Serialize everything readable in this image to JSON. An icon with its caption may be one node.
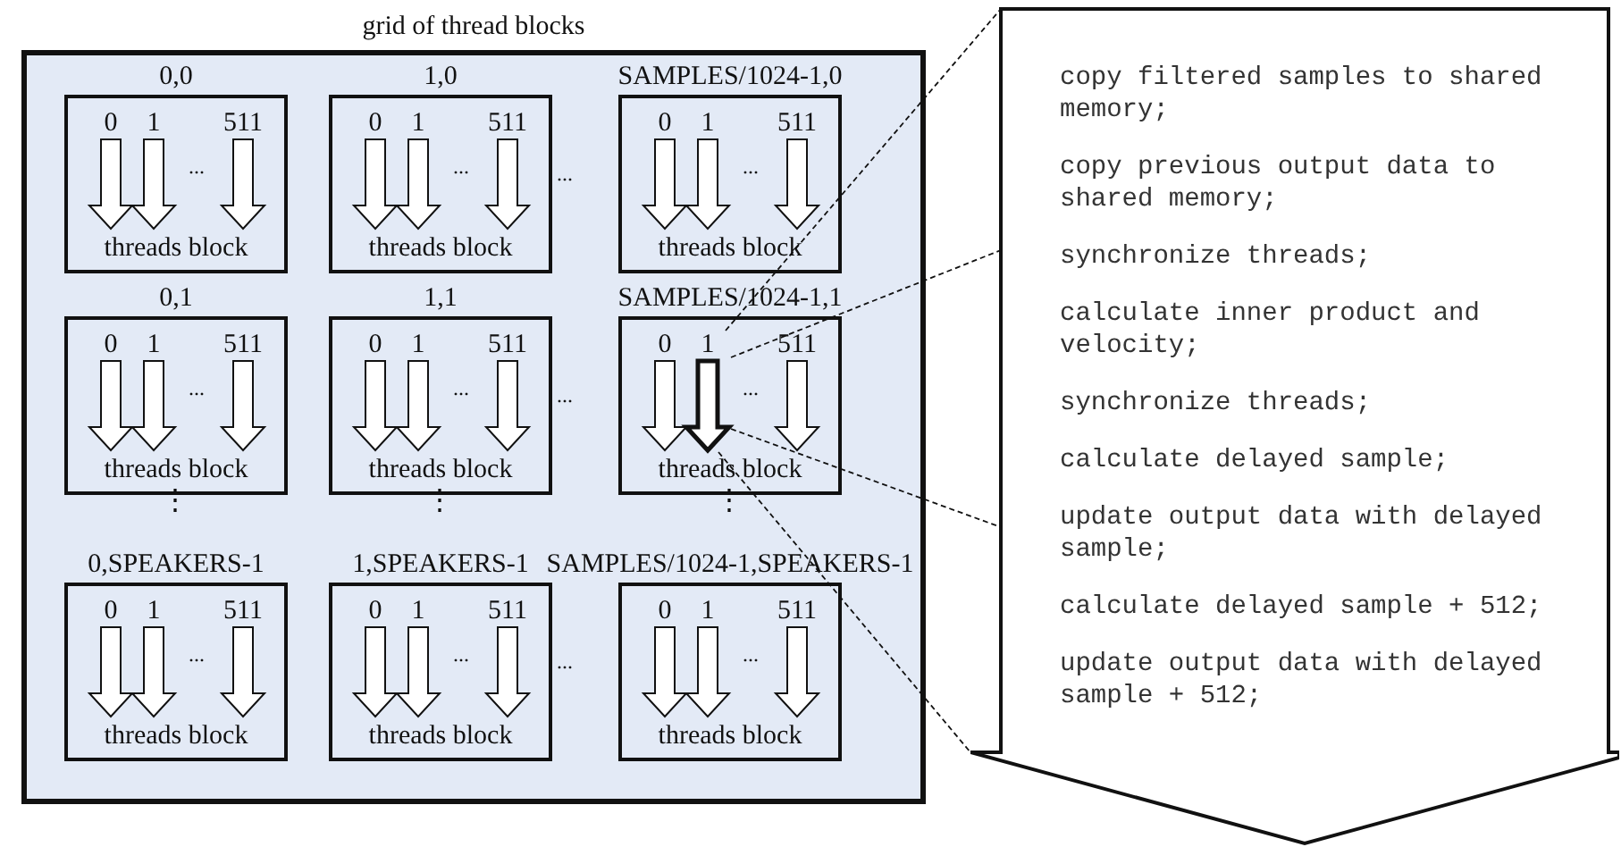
{
  "diagram": {
    "nodes": [
      {
        "text": [
          "grid of thread blocks"
        ]
      },
      {
        "text": [
          "0,0",
          "threads block"
        ],
        "in": 0
      },
      {
        "text": [
          "0"
        ],
        "in": 1
      },
      {
        "text": [
          "1"
        ],
        "in": 1
      },
      {
        "text": [
          "511"
        ],
        "in": 1
      },
      {
        "text": [
          "1,0",
          "threads block"
        ],
        "in": 0
      },
      {
        "text": [
          "0"
        ],
        "in": 5
      },
      {
        "text": [
          "1"
        ],
        "in": 5
      },
      {
        "text": [
          "511"
        ],
        "in": 5
      },
      {
        "text": [
          "SAMPLES/1024-1,0",
          "threads block"
        ],
        "in": 0
      },
      {
        "text": [
          "0"
        ],
        "in": 9
      },
      {
        "text": [
          "1"
        ],
        "in": 9
      },
      {
        "text": [
          "511"
        ],
        "in": 9
      },
      {
        "text": [
          "0,1",
          "threads block"
        ],
        "in": 0
      },
      {
        "text": [
          "0"
        ],
        "in": 13
      },
      {
        "text": [
          "1"
        ],
        "in": 13
      },
      {
        "text": [
          "511"
        ],
        "in": 13
      },
      {
        "text": [
          "1,1",
          "threads block"
        ],
        "in": 0
      },
      {
        "text": [
          "0"
        ],
        "in": 17
      },
      {
        "text": [
          "1"
        ],
        "in": 17
      },
      {
        "text": [
          "511"
        ],
        "in": 17
      },
      {
        "text": [
          "SAMPLES/1024-1,1",
          "threads block"
        ],
        "in": 0
      },
      {
        "text": [
          "0"
        ],
        "in": 21
      },
      {
        "text": [
          "1"
        ],
        "in": 21
      },
      {
        "text": [
          "511"
        ],
        "in": 21
      },
      {
        "text": [
          "0,SPEAKERS-1",
          "threads block"
        ],
        "in": 0
      },
      {
        "text": [
          "0"
        ],
        "in": 25
      },
      {
        "text": [
          "1"
        ],
        "in": 25
      },
      {
        "text": [
          "511"
        ],
        "in": 25
      },
      {
        "text": [
          "1,SPEAKERS-1",
          "threads block"
        ],
        "in": 0
      },
      {
        "text": [
          "0"
        ],
        "in": 29
      },
      {
        "text": [
          "1"
        ],
        "in": 29
      },
      {
        "text": [
          "511"
        ],
        "in": 29
      },
      {
        "text": [
          "SAMPLES/1024-1,SPEAKERS-1",
          "threads block"
        ],
        "in": 0
      },
      {
        "text": [
          "0"
        ],
        "in": 33
      },
      {
        "text": [
          "1"
        ],
        "in": 33
      },
      {
        "text": [
          "511"
        ],
        "in": 33
      },
      {
        "text": [
          "copy filtered samples to shared memory;",
          "copy previous output data to shared memory;",
          "synchronize threads;",
          "calculate inner product and velocity;",
          "synchronize threads;",
          "calculate delayed sample;",
          "update output data with delayed sample;",
          "calculate delayed sample + 512;",
          "update output data with delayed sample + 512;"
        ]
      }
    ],
    "edges": [
      {
        "from": 23,
        "to": 37,
        "arrow": "none",
        "style": "dashed"
      },
      {
        "from": 23,
        "to": 37,
        "arrow": "none",
        "style": "dashed"
      },
      {
        "from": 23,
        "to": 37,
        "arrow": "none",
        "style": "dashed"
      },
      {
        "from": 23,
        "to": 37,
        "arrow": "none",
        "style": "dashed"
      }
    ],
    "labels": [
      "...",
      "...",
      "...",
      "...",
      "...",
      "...",
      "...",
      "...",
      "⋮",
      "⋮",
      "⋮",
      "...",
      "...",
      "...",
      "..."
    ]
  }
}
